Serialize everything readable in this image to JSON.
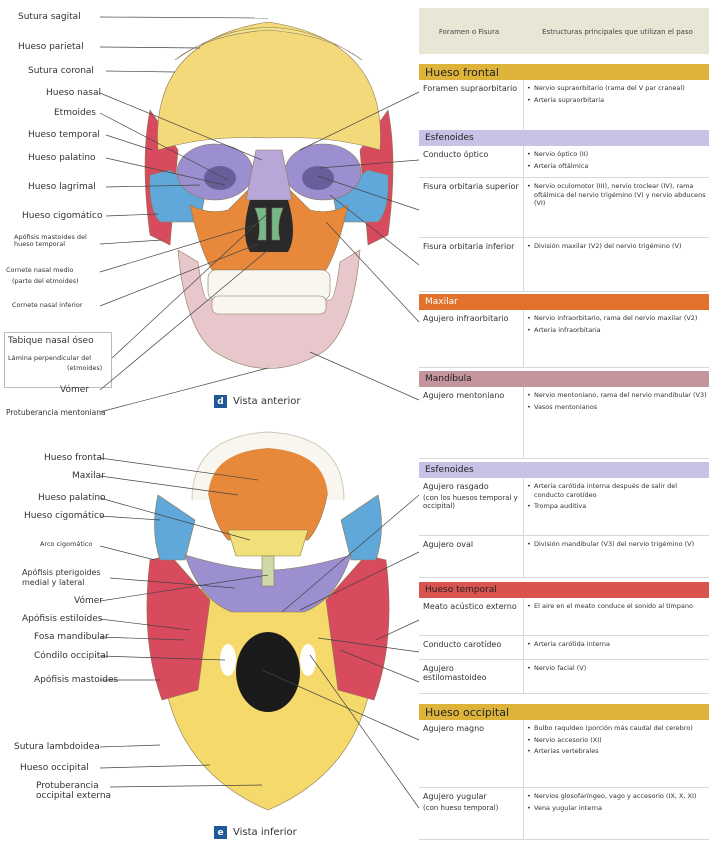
{
  "colors": {
    "frontal": "#f3d97a",
    "parietal": "#f2e28c",
    "temporal": "#d84a5e",
    "zygomatic": "#5fa8d9",
    "sphenoid": "#9b8fd0",
    "maxilla": "#e8883a",
    "nasal": "#b9a6d8",
    "mandible": "#e7c7cc",
    "occipital": "#f5d96a",
    "palatine": "#f1e07a",
    "vomer": "#cfd9a8",
    "teeth": "#f8f6ee",
    "ethmoid": "#74b98a",
    "sec_gold": "#ddb33a",
    "sec_purple": "#c9c1e6",
    "sec_orange": "#e0722c",
    "sec_mauve": "#c5959d",
    "sec_red": "#d9534f",
    "badge": "#1f5a96"
  },
  "anterior": {
    "labels": [
      "Sutura sagital",
      "Hueso parietal",
      "Sutura coronal",
      "Hueso nasal",
      "Etmoides",
      "Hueso temporal",
      "Hueso palatino",
      "Hueso lagrimal",
      "Hueso cigomático",
      "Apófisis mastoides del hueso temporal",
      "Cornete nasal medio",
      "(parte del etmoides)",
      "Cornete nasal inferior",
      "Vómer",
      "Protuberancia mentoniana"
    ],
    "septum_box": {
      "title": "Tabique nasal óseo",
      "line1": "Lámina perpendicular del",
      "line2": "(etmoides)"
    },
    "caption_letter": "d",
    "caption": "Vista anterior"
  },
  "inferior": {
    "labels": [
      "Hueso frontal",
      "Maxilar",
      "Hueso palatino",
      "Hueso cigomático",
      "Arco cigomático",
      "Apófisis pterigoides medial y lateral",
      "Vómer",
      "Apófisis estiloides",
      "Fosa mandibular",
      "Cóndilo occipital",
      "Apófisis mastoides",
      "Sutura lambdoidea",
      "Hueso occipital",
      "Protuberancia occipital externa"
    ],
    "caption_letter": "e",
    "caption": "Vista inferior"
  },
  "table": {
    "col1": "Foramen o Fisura",
    "col2": "Estructuras principales que utilizan el paso",
    "sections": [
      {
        "title": "Hueso frontal",
        "rows": [
          {
            "fx": "Foramen supraorbitario",
            "items": [
              "Nervio supraorbitario (rama del V par craneal)",
              "Arteria supraorbitaria"
            ]
          }
        ]
      },
      {
        "title": "Esfenoides",
        "rows": [
          {
            "fx": "Conducto óptico",
            "items": [
              "Nervio óptico (II)",
              "Arteria oftálmica"
            ]
          },
          {
            "fx": "Fisura orbitaria superior",
            "items": [
              "Nervio oculomotor (III), nervio troclear (IV), rama oftálmica del nervio trigémino (V) y nervio abducens (VI)"
            ]
          },
          {
            "fx": "Fisura orbitaria inferior",
            "items": [
              "División maxilar (V2) del nervio trigémino (V)"
            ]
          }
        ]
      },
      {
        "title": "Maxilar",
        "rows": [
          {
            "fx": "Agujero infraorbitario",
            "items": [
              "Nervio infraorbitario, rama del nervio maxilar (V2)",
              "Arteria infraorbitaria"
            ]
          }
        ]
      },
      {
        "title": "Mandíbula",
        "rows": [
          {
            "fx": "Agujero mentoniano",
            "items": [
              "Nervio mentoniano, rama del nervio mandibular (V3)",
              "Vasos mentonianos"
            ]
          }
        ]
      },
      {
        "title": "Esfenoides",
        "rows": [
          {
            "fx": "Agujero rasgado",
            "fx2": "(con los huesos temporal y occipital)",
            "items": [
              "Arteria carótida interna después de salir del conducto carotídeo",
              "Trompa auditiva"
            ]
          },
          {
            "fx": "Agujero oval",
            "items": [
              "División mandibular (V3) del nervio trigémino (V)"
            ]
          }
        ]
      },
      {
        "title": "Hueso temporal",
        "rows": [
          {
            "fx": "Meato acústico externo",
            "items": [
              "El aire en el meato conduce el sonido al tímpano"
            ]
          },
          {
            "fx": "Conducto carotídeo",
            "items": [
              "Arteria carótida interna"
            ]
          },
          {
            "fx": "Agujero estilomastoideo",
            "items": [
              "Nervio facial (V)"
            ]
          }
        ]
      },
      {
        "title": "Hueso occipital",
        "rows": [
          {
            "fx": "Agujero magno",
            "items": [
              "Bulbo raquídeo (porción más caudal del cerebro)",
              "Nervio accesorio (XI)",
              "Arterias vertebrales"
            ]
          },
          {
            "fx": "Agujero yugular",
            "fx2": "(con hueso temporal)",
            "items": [
              "Nervios glosofaríngeo, vago y accesorio (IX, X, XI)",
              "Vena yugular interna"
            ]
          }
        ]
      }
    ]
  }
}
